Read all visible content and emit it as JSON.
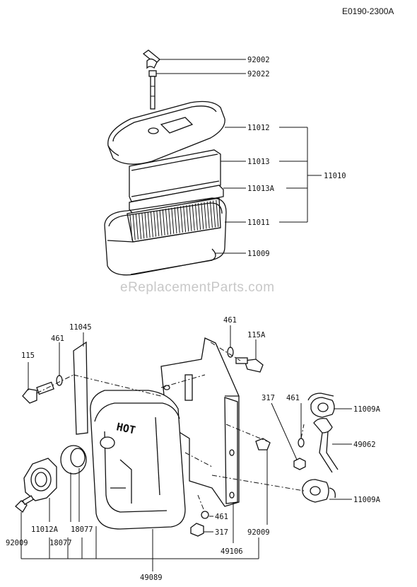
{
  "diagram_code": "E0190-2300A",
  "watermark": "eReplacementParts.com",
  "parts": {
    "p92002": "92002",
    "p92022": "92022",
    "p11012": "11012",
    "p11013": "11013",
    "p11013A": "11013A",
    "p11010": "11010",
    "p11011": "11011",
    "p11009": "11009",
    "p11045": "11045",
    "p461_a": "461",
    "p115": "115",
    "p461_b": "461",
    "p115A": "115A",
    "p317_a": "317",
    "p461_c": "461",
    "p11009A_a": "11009A",
    "p49062": "49062",
    "p11009A_b": "11009A",
    "p461_d": "461",
    "p317_b": "317",
    "p92009_a": "92009",
    "p49106": "49106",
    "p11012A": "11012A",
    "p18077_a": "18077",
    "p18077_b": "18077",
    "p92009_b": "92009",
    "p49089": "49089"
  },
  "muffler_marking": "HOT"
}
